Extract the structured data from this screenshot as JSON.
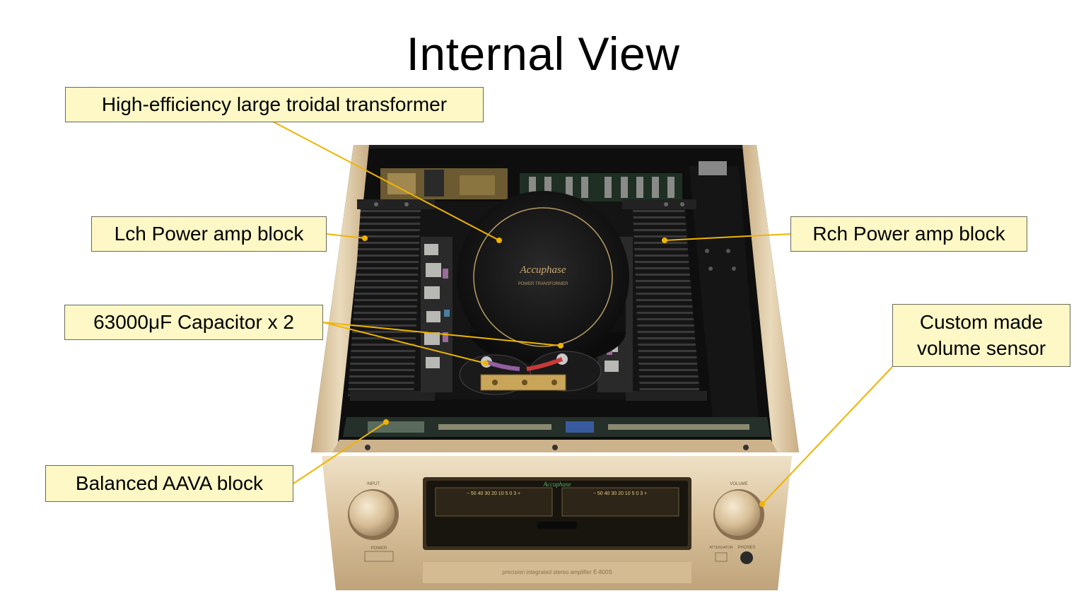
{
  "title": "Internal View",
  "callouts": {
    "transformer": "High-efficiency large troidal transformer",
    "lch": "Lch Power amp block",
    "rch": "Rch Power amp block",
    "capacitor": "63000μF Capacitor x 2",
    "volume_line1": "Custom made",
    "volume_line2": "volume sensor",
    "aava": "Balanced AAVA block"
  },
  "device": {
    "brand": "Accuphase",
    "transformer_label": "POWER TRANSFORMER",
    "model_text": "precision integrated stereo amplifier E-800S",
    "meter_scale": "− 50 40 30 20 10 5 0 3 +",
    "power_label": "POWER",
    "input_label": "INPUT",
    "volume_label": "VOLUME",
    "attenuator_label": "ATTENUATOR",
    "phones_label": "PHONES"
  },
  "colors": {
    "callout_fill": "#fdf8c5",
    "leader_line": "#f0b400",
    "chassis_gold": "#d9c3a0",
    "heatsink": "#1c1c1c"
  }
}
